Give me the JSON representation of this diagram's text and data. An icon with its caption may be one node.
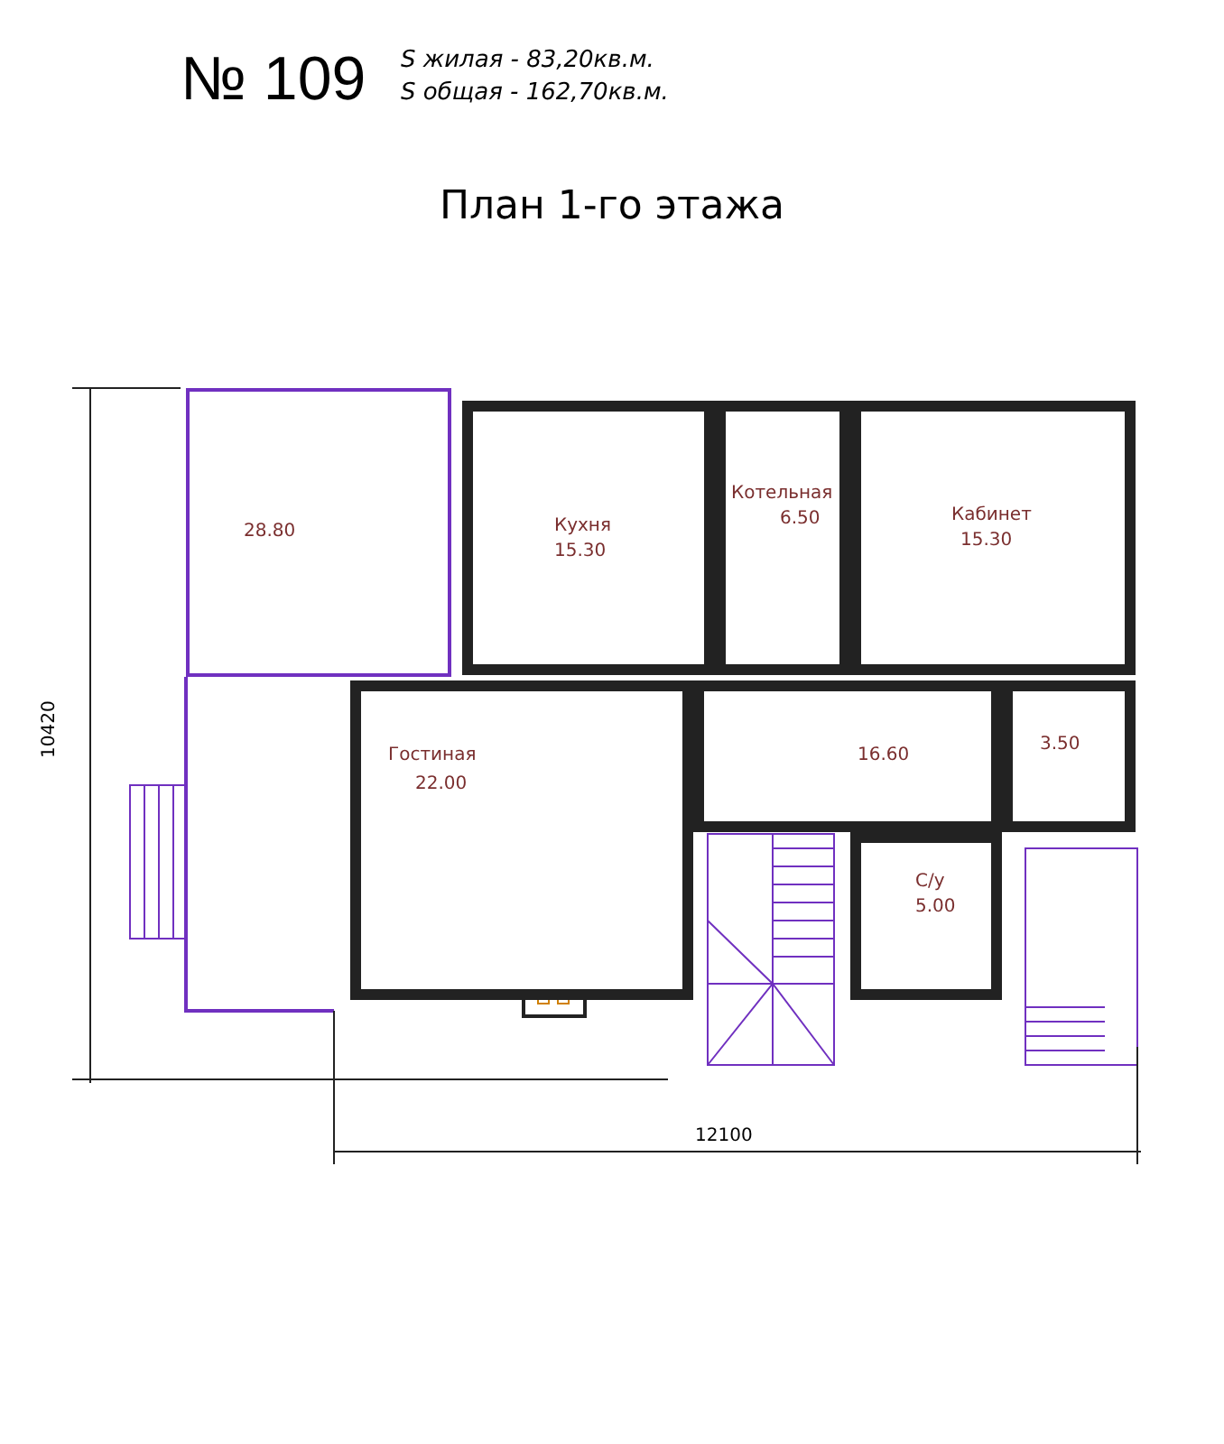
{
  "diagram": {
    "title": "План 1-го этажа",
    "nodes": [
      {
        "text": [
          "28.80"
        ]
      },
      {
        "text": [
          "Кухня",
          "15.30"
        ]
      },
      {
        "text": [
          "Котельная",
          "6.50"
        ]
      },
      {
        "text": [
          "Кабинет",
          "15.30"
        ]
      },
      {
        "text": [
          "Гостиная",
          "22.00"
        ]
      },
      {
        "text": [
          "16.60"
        ]
      },
      {
        "text": [
          "3.50"
        ]
      },
      {
        "text": [
          "С/у",
          "5.00"
        ]
      }
    ],
    "edges": [],
    "labels": [
      "№ 109",
      "S жилая - 83,20кв.м.",
      "S общая - 162,70кв.м.",
      "10420",
      "12100"
    ]
  }
}
